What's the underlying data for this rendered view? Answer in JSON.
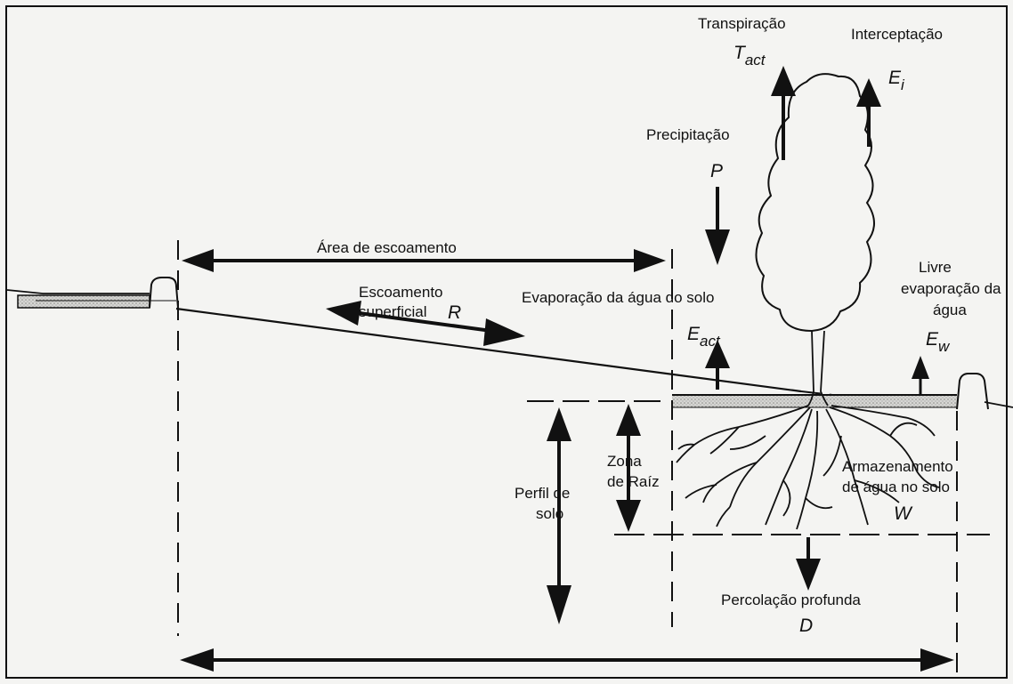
{
  "labels": {
    "transpiracao": "Transpiração",
    "interceptacao": "Interceptação",
    "precipitacao": "Precipitação",
    "area_escoamento": "Área de escoamento",
    "escoamento_line1": "Escoamento",
    "escoamento_line2": "superficial",
    "evaporacao_solo": "Evaporação da água do solo",
    "livre_line1": "Livre",
    "livre_line2": "evaporação da",
    "livre_line3": "água",
    "zona_line1": "Zona",
    "zona_line2": "de Raíz",
    "perfil_line1": "Perfil de",
    "perfil_line2": "solo",
    "armazenamento_line1": "Armazenamento",
    "armazenamento_line2": "de água no solo",
    "percolacao": "Percolação profunda"
  },
  "symbols": {
    "t_act": "T",
    "t_act_sub": "act",
    "e_i": "E",
    "e_i_sub": "i",
    "p": "P",
    "r": "R",
    "e_act": "E",
    "e_act_sub": "act",
    "e_w": "E",
    "e_w_sub": "w",
    "w": "W",
    "d": "D"
  },
  "colors": {
    "ink": "#111111",
    "background": "#f4f4f2",
    "ground_fill": "#c9c9c6"
  }
}
